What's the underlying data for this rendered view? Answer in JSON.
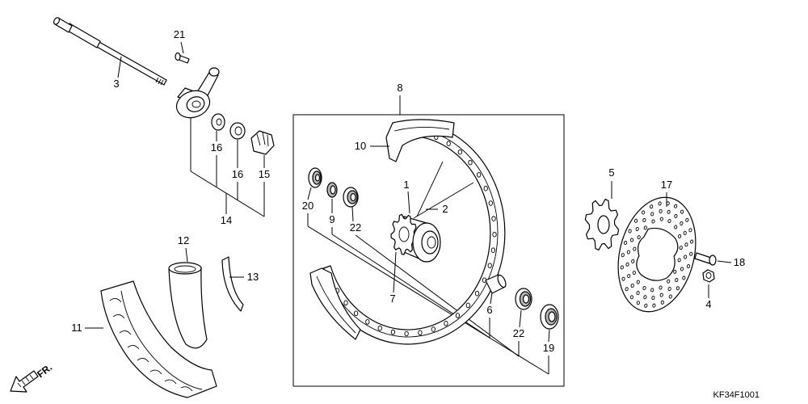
{
  "callouts": [
    "21",
    "3",
    "16",
    "16",
    "15",
    "14",
    "8",
    "10",
    "1",
    "2",
    "20",
    "9",
    "22",
    "7",
    "5",
    "17",
    "18",
    "4",
    "6",
    "22",
    "19",
    "12",
    "13",
    "11"
  ],
  "front_arrow_label": "FR.",
  "diagram_code": "KF34F1001",
  "colors": {
    "line": "#000000",
    "background": "#ffffff"
  }
}
